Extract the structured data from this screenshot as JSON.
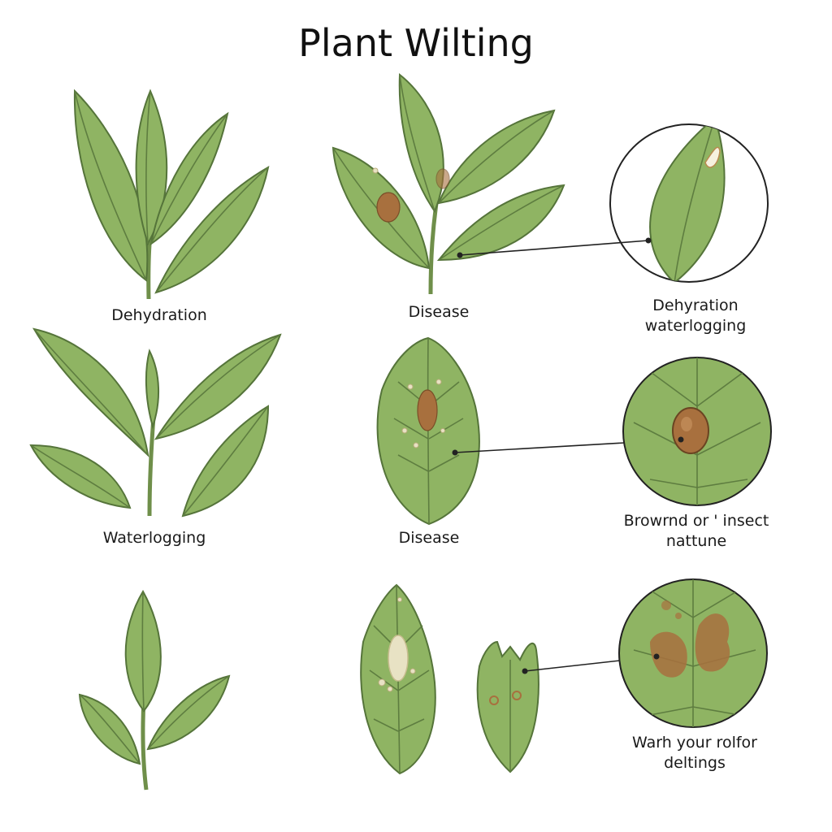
{
  "title": "Plant Wilting",
  "labels": {
    "dehydration": "Dehydration",
    "disease_1": "Disease",
    "detail_1_line1": "Dehyration",
    "detail_1_line2": "waterlogging",
    "waterlogging": "Waterlogging",
    "disease_2": "Disease",
    "detail_2_line1": "Browrnd or ' insect",
    "detail_2_line2": "nattune",
    "detail_3_line1": "Warh your rolfor",
    "detail_3_line2": "deltings"
  },
  "colors": {
    "leaf_fill": "#8fb463",
    "leaf_stroke": "#55743a",
    "vein": "#5e7d40",
    "spot_brown": "#a8703e",
    "spot_light": "#e8e2c4",
    "callout_line": "#222222"
  }
}
